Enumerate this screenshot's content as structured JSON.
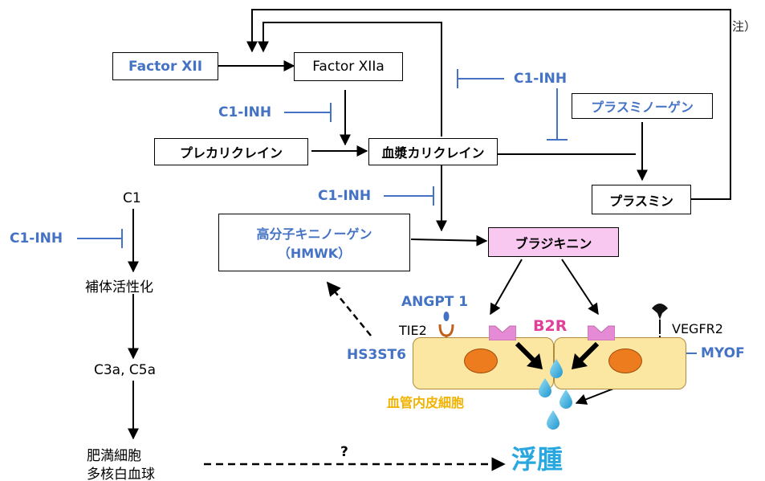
{
  "note": "注）",
  "nodes": {
    "factor_xii": "Factor XII",
    "factor_xiia": "Factor XIIa",
    "prekallikrein": "プレカリクレイン",
    "plasma_kallikrein": "血漿カリクレイン",
    "plasminogen": "プラスミノーゲン",
    "plasmin": "プラスミン",
    "hmwk_line1": "高分子キニノーゲン",
    "hmwk_line2": "（HMWK）",
    "bradykinin": "ブラジキニン"
  },
  "inhibitors": {
    "c1inh_1": "C1-INH",
    "c1inh_2": "C1-INH",
    "c1inh_3": "C1-INH",
    "c1inh_4": "C1-INH"
  },
  "complement": {
    "c1": "C1",
    "activation": "補体活性化",
    "c3a_c5a": "C3a, C5a",
    "cells_line1": "肥満細胞",
    "cells_line2": "多核白血球"
  },
  "question": "?",
  "cell_labels": {
    "angpt1": "ANGPT 1",
    "tie2": "TIE2",
    "b2r": "B2R",
    "vegfr2": "VEGFR2",
    "myof": "MYOF",
    "hs3st6": "HS3ST6",
    "endothelial": "血管内皮細胞"
  },
  "edema": "浮腫",
  "colors": {
    "inhibitor_blue": "#4472c4",
    "b2r_magenta": "#e0409a",
    "bradykinin_fill": "#f9c8f0",
    "endothelial_label": "#f2b300",
    "edema_cyan": "#29a8e0",
    "cell_fill": "#fbe7a1",
    "nucleus_orange": "#ec7c1e"
  }
}
